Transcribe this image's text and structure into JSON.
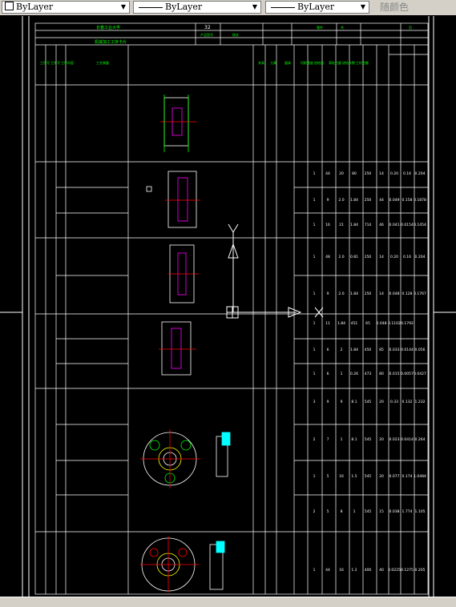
{
  "toolbar": {
    "color_value": "ByLayer",
    "linetype_value": "ByLayer",
    "lineweight_value": "ByLayer",
    "plotstyle_value": "随颜色"
  },
  "drawing": {
    "header_value": "32",
    "process_card_title": "机械加工工序卡片",
    "column_headers": [
      "工序号",
      "工步号",
      "工序内容",
      "工艺装备",
      "夹具",
      "刀具",
      "量具",
      "切削速度",
      "进给量",
      "背吃刀量",
      "进给次数",
      "工时定额"
    ],
    "rows": [
      {
        "row": 1,
        "values": [
          "1",
          "44",
          "20",
          "80",
          "250",
          "14",
          "0.20",
          "0.16",
          "0.204"
        ]
      },
      {
        "row": 2,
        "values": [
          "1",
          "9",
          "2.0",
          "1.84",
          "250",
          "44",
          "0.049",
          "0.158",
          "0.1878"
        ]
      },
      {
        "row": 3,
        "values": [
          "1",
          "16",
          "21",
          "1.84",
          "714",
          "46",
          "0.041",
          "0.0154",
          "0.1454"
        ]
      },
      {
        "row": 4,
        "values": [
          "1",
          "48",
          "2.0",
          "0.81",
          "250",
          "14",
          "0.20",
          "0.16",
          "0.204"
        ]
      },
      {
        "row": 5,
        "values": [
          "1",
          "9",
          "2.0",
          "1.84",
          "250",
          "14",
          "0.048",
          "0.128",
          "0.1767"
        ]
      },
      {
        "row": 6,
        "values": [
          "1",
          "11",
          "1.84",
          "451",
          "65",
          "0.048",
          "0.1102",
          "0.1792"
        ]
      },
      {
        "row": 7,
        "values": [
          "1",
          "6",
          "2",
          "1.84",
          "450",
          "85",
          "0.033",
          "0.0144",
          "0.056"
        ]
      },
      {
        "row": 8,
        "values": [
          "1",
          "6",
          "1",
          "0.26",
          "473",
          "80",
          "0.015",
          "0.0057",
          "0.0427"
        ]
      },
      {
        "row": 9,
        "values": [
          "3",
          "9",
          "9",
          "8.1",
          "545",
          "20",
          "0.33",
          "0.132",
          "1.232"
        ]
      },
      {
        "row": 10,
        "values": [
          "2",
          "7",
          "1",
          "8.1",
          "545",
          "20",
          "0.023",
          "0.0414",
          "0.264"
        ]
      },
      {
        "row": 11,
        "values": [
          "1",
          "5",
          "16",
          "1.5",
          "545",
          "20",
          "0.077",
          "0.174",
          "1.0484"
        ]
      },
      {
        "row": 12,
        "values": [
          "2",
          "5",
          "8",
          "1",
          "545",
          "15",
          "0.038",
          "1.774",
          "1.105"
        ]
      },
      {
        "row": 13,
        "values": [
          "1",
          "44",
          "16",
          "1.2",
          "400",
          "40",
          "0.0225",
          "0.1275",
          "0.205"
        ]
      }
    ]
  }
}
